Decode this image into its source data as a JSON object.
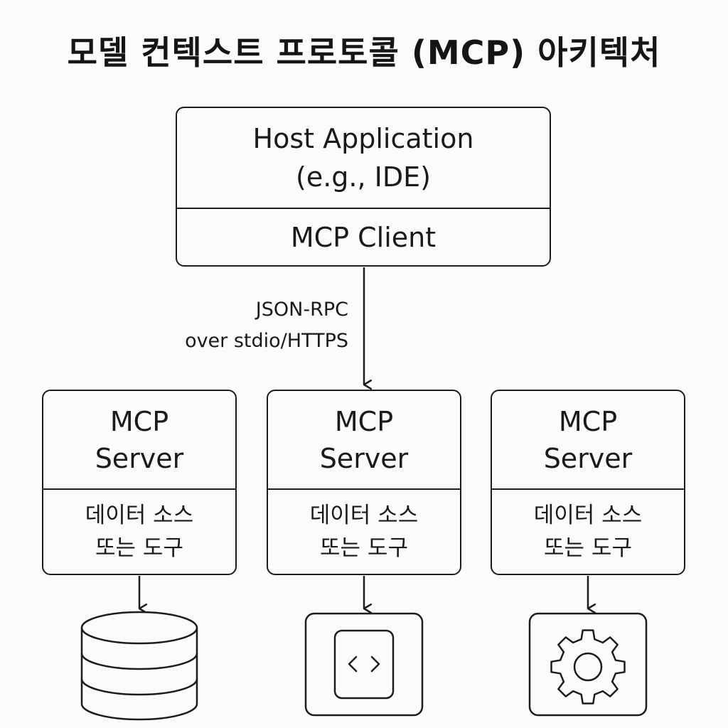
{
  "title": "모델 컨텍스트 프로토콜 (MCP) 아키텍처",
  "host": {
    "line1": "Host Application",
    "line2": "(e.g., IDE)",
    "client": "MCP Client"
  },
  "connection": {
    "line1": "JSON-RPC",
    "line2": "over stdio/HTTPS"
  },
  "servers": [
    {
      "line1": "MCP",
      "line2": "Server",
      "sub1": "데이터 소스",
      "sub2": "또는 도구",
      "resource_icon": "database-icon"
    },
    {
      "line1": "MCP",
      "line2": "Server",
      "sub1": "데이터 소스",
      "sub2": "또는 도구",
      "resource_icon": "code-file-icon"
    },
    {
      "line1": "MCP",
      "line2": "Server",
      "sub1": "데이터 소스",
      "sub2": "또는 도구",
      "resource_icon": "gear-icon"
    }
  ],
  "colors": {
    "stroke": "#1c1c1c",
    "background": "#fbfbf9"
  }
}
